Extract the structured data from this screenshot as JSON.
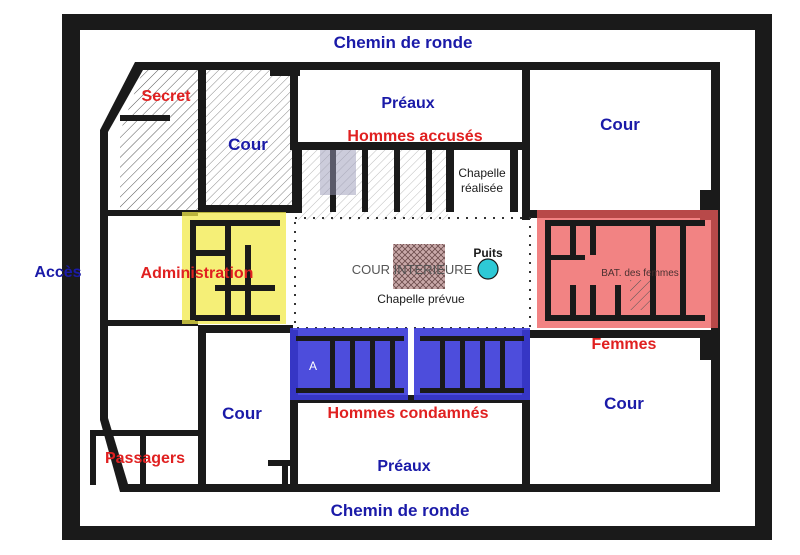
{
  "labels": {
    "chemin_top": "Chemin de ronde",
    "chemin_bottom": "Chemin de ronde",
    "secret": "Secret",
    "preaux_top": "Préaux",
    "preaux_bottom": "Préaux",
    "cour_top_left": "Cour",
    "cour_top_right": "Cour",
    "cour_bottom_left": "Cour",
    "cour_bottom_right": "Cour",
    "hommes_accuses": "Hommes accusés",
    "chapelle_realisee_1": "Chapelle",
    "chapelle_realisee_2": "réalisée",
    "puits": "Puits",
    "acces": "Accès",
    "administration": "Administration",
    "cour_interieure": "COUR INTERIEURE",
    "chapelle_prevue": "Chapelle prévue",
    "bat_femmes": "BAT. des femmes",
    "femmes": "Femmes",
    "hommes_condamnes": "Hommes condamnés",
    "passagers": "Passagers",
    "cell_a": "A"
  },
  "colors": {
    "red_label": "#e02020",
    "blue_label": "#1a1aa8",
    "wall": "#1a1a1a",
    "highlight_yellow": "#f2ea4a",
    "highlight_red": "#ee5a5a",
    "highlight_blue": "#3a3ad8",
    "well_cyan": "#2ec9d6"
  }
}
